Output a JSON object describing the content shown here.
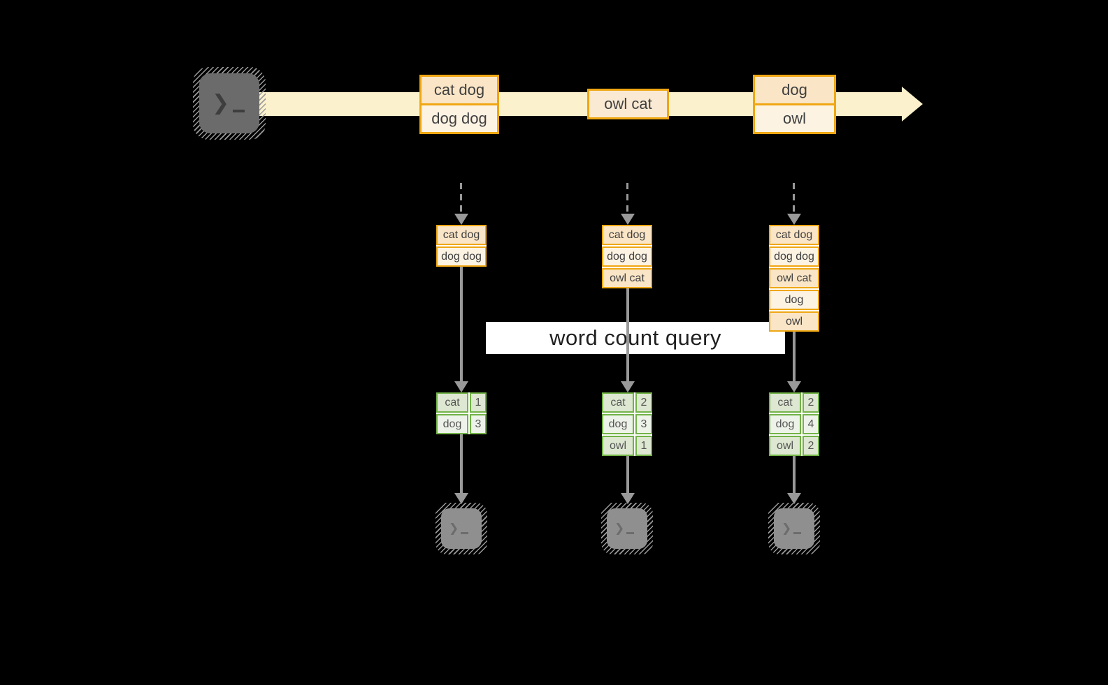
{
  "query_label": "word count query",
  "icons": {
    "prompt_chevron": "❯",
    "source_terminal": "terminal-icon",
    "output_terminal": "terminal-icon",
    "stream_arrow": "right-arrow-icon"
  },
  "stream_events": [
    {
      "rows": [
        "cat dog",
        "dog dog"
      ]
    },
    {
      "rows": [
        "owl cat"
      ]
    },
    {
      "rows": [
        "dog",
        "owl"
      ]
    }
  ],
  "columns": [
    {
      "buffer": [
        "cat dog",
        "dog dog"
      ],
      "counts": [
        {
          "word": "cat",
          "count": "1"
        },
        {
          "word": "dog",
          "count": "3"
        }
      ]
    },
    {
      "buffer": [
        "cat dog",
        "dog dog",
        "owl cat"
      ],
      "counts": [
        {
          "word": "cat",
          "count": "2"
        },
        {
          "word": "dog",
          "count": "3"
        },
        {
          "word": "owl",
          "count": "1"
        }
      ]
    },
    {
      "buffer": [
        "cat dog",
        "dog dog",
        "owl cat",
        "dog",
        "owl"
      ],
      "counts": [
        {
          "word": "cat",
          "count": "2"
        },
        {
          "word": "dog",
          "count": "4"
        },
        {
          "word": "owl",
          "count": "2"
        }
      ]
    }
  ],
  "colors": {
    "gold": "#EFA713",
    "band": "#FBF1CD",
    "peach": "#FAE5C6",
    "cream": "#FDF3E3",
    "owlcat": "#FBEAD3",
    "green": "#72B347",
    "green_dark": "#DDE7D1",
    "green_light": "#EEF3EA",
    "arrow": "#999999",
    "text_dark": "#3F3F3F",
    "term_dark": "#6B6B6B",
    "term_light": "#8F8F8F"
  }
}
